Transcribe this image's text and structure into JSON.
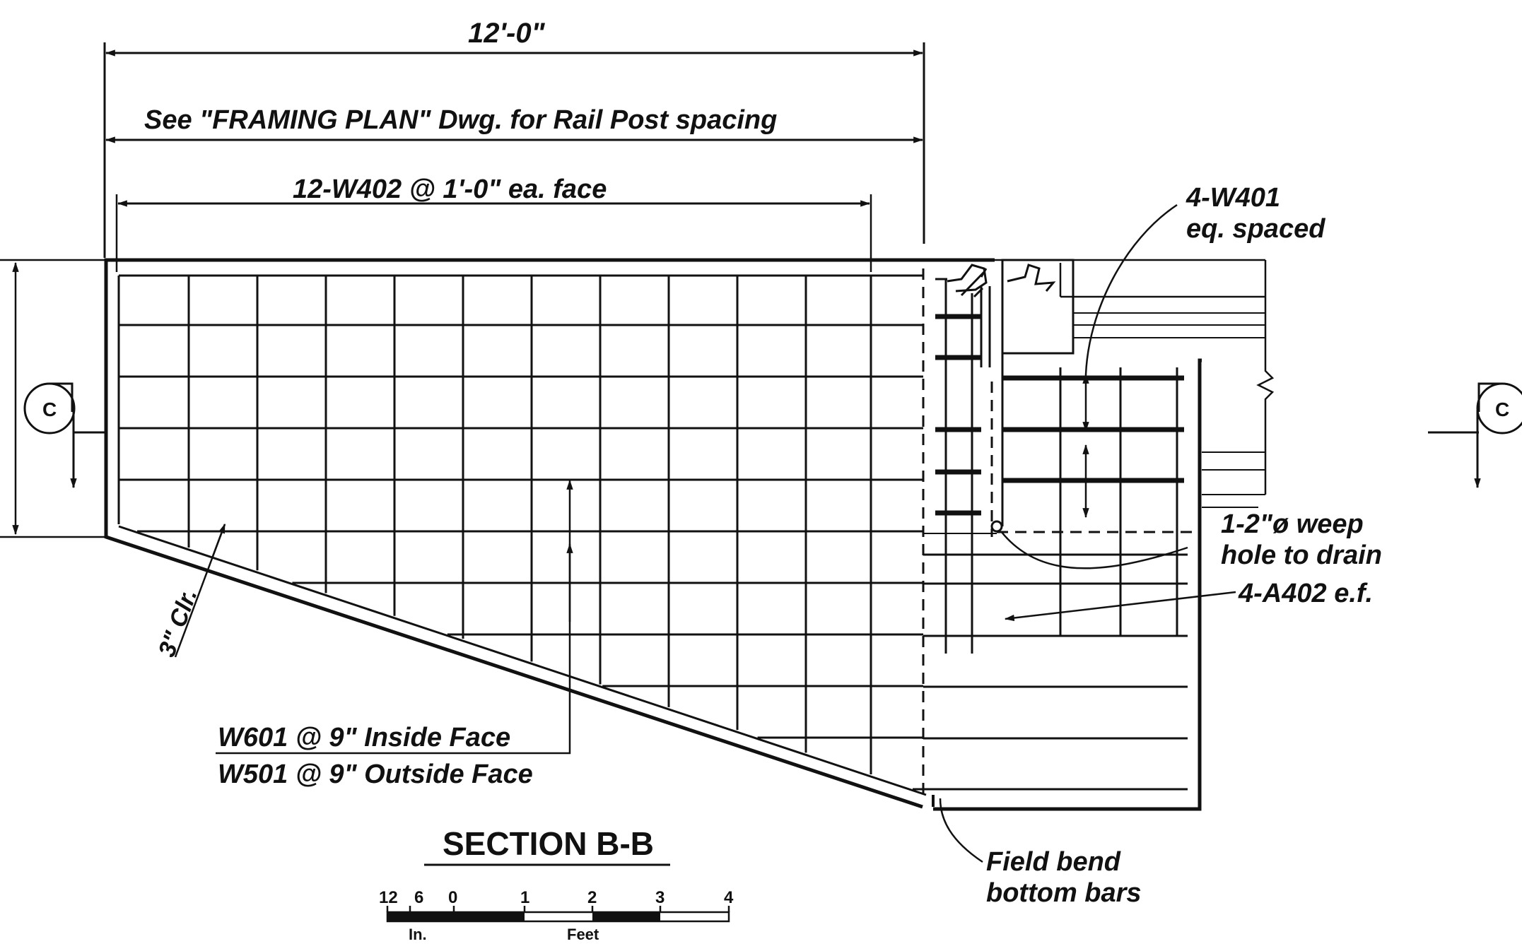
{
  "dimensions": {
    "overall_width": "12'-0\"",
    "rail_post_note": "See \"FRAMING PLAN\" Dwg. for Rail Post spacing",
    "wall_bars": "12-W402 @ 1'-0\" ea. face"
  },
  "callouts": {
    "w401_line1": "4-W401",
    "w401_line2": "eq. spaced",
    "weep_line1": "1-2\"ø weep",
    "weep_line2": "hole to drain",
    "a402": "4-A402 e.f.",
    "clear_cover": "3\" Clr.",
    "w601": "W601 @ 9\" Inside Face",
    "w501": "W501 @ 9\" Outside Face",
    "field_bend_line1": "Field bend",
    "field_bend_line2": "bottom bars"
  },
  "section": {
    "title": "SECTION B-B",
    "marker_letter": "C"
  },
  "scale_bar": {
    "ticks": [
      "12",
      "6",
      "0",
      "1",
      "2",
      "3",
      "4"
    ],
    "unit_in": "In.",
    "unit_ft": "Feet"
  }
}
